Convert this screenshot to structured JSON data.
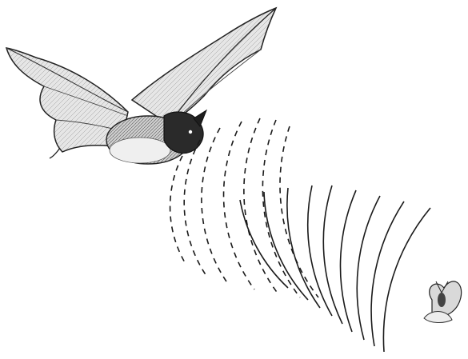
{
  "scene": {
    "subjects": [
      "bat",
      "moth"
    ],
    "style": "black-and-white pen illustration",
    "background_color": "#ffffff",
    "ink_color": "#1a1a1a",
    "wave_style": {
      "outgoing": "dashed",
      "returning": "solid"
    }
  }
}
